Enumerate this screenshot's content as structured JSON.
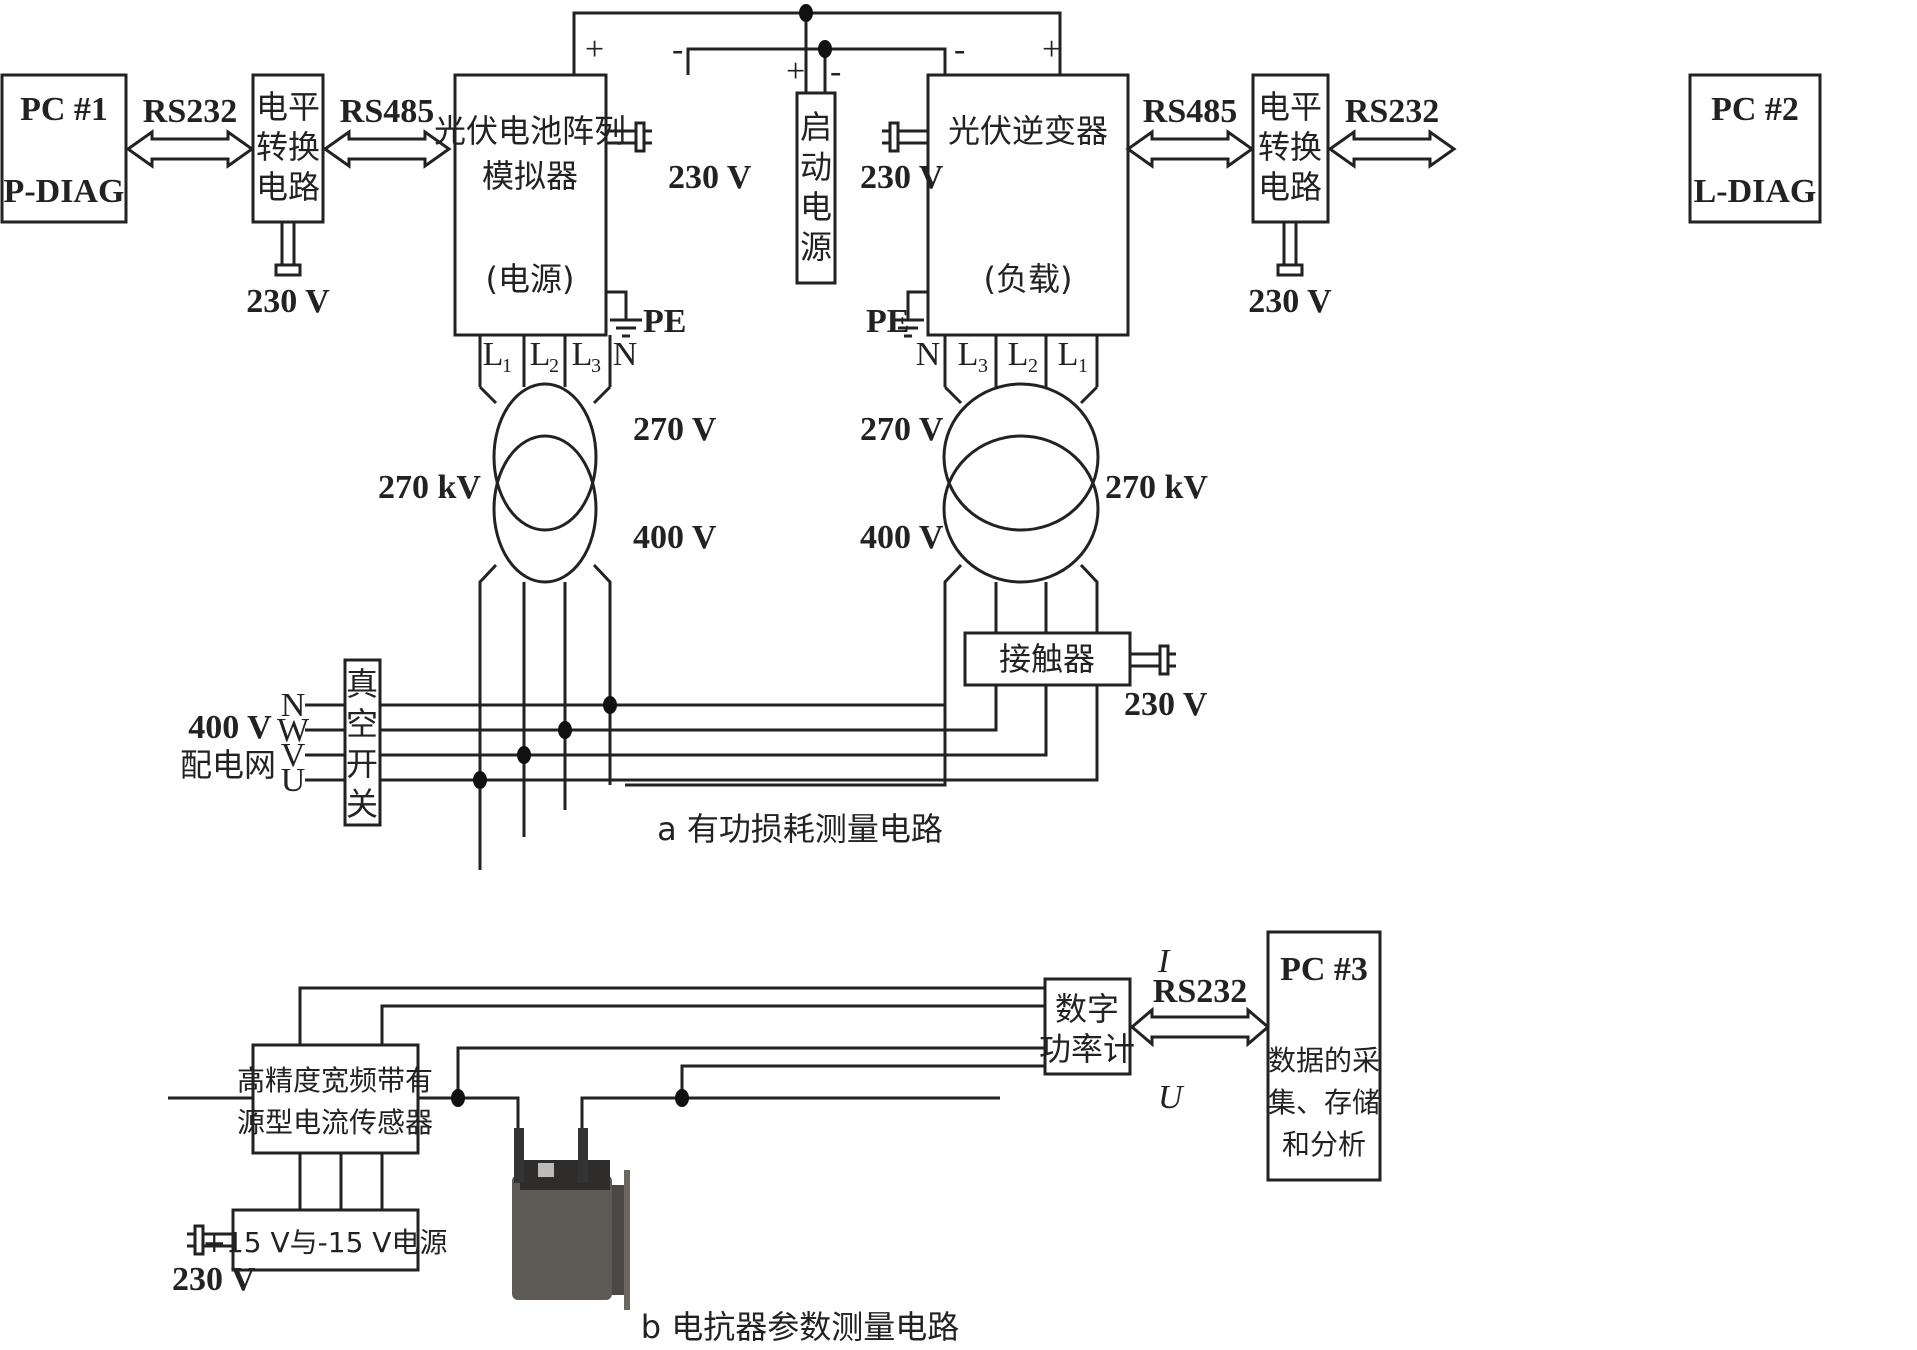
{
  "diagram_a": {
    "caption": "a 有功损耗测量电路",
    "pc1": {
      "line1": "PC #1",
      "line2": "P-DIAG"
    },
    "pc2": {
      "line1": "PC #2",
      "line2": "L-DIAG"
    },
    "level_converter": {
      "lines": [
        "电平",
        "转换",
        "电路"
      ]
    },
    "rs232": "RS232",
    "rs485": "RS485",
    "pv_simulator": {
      "line1": "光伏电池阵列",
      "line2": "模拟器",
      "role": "(电源)"
    },
    "pv_inverter": {
      "line1": "光伏逆变器",
      "role": "(负载)"
    },
    "startup_supply": {
      "lines": [
        "启",
        "动",
        "电",
        "源"
      ]
    },
    "plus": "+",
    "minus": "-",
    "supply_230": "230 V",
    "pe": "PE",
    "phases_left": [
      "L",
      "L",
      "L",
      "N"
    ],
    "phase_subs_left": [
      "1",
      "2",
      "3",
      ""
    ],
    "phases_right": [
      "N",
      "L",
      "L",
      "L"
    ],
    "phase_subs_right": [
      "",
      "3",
      "2",
      "1"
    ],
    "transformer": {
      "v_upper": "270 V",
      "v_lower": "400 V",
      "rating": "270 kV"
    },
    "contactor": "接触器",
    "vacuum_switch": {
      "lines": [
        "真",
        "空",
        "开",
        "关"
      ]
    },
    "grid": {
      "voltage": "400 V",
      "label": "配电网",
      "lines": [
        "N",
        "W",
        "V",
        "U"
      ]
    }
  },
  "diagram_b": {
    "caption": "b 电抗器参数测量电路",
    "current_sensor": {
      "line1": "高精度宽频带有",
      "line2": "源型电流传感器"
    },
    "psu": "+15 V与-15 V电源",
    "supply_230": "230 V",
    "power_meter": {
      "line1": "数字",
      "line2": "功率计"
    },
    "label_i": "I",
    "label_u": "U",
    "rs232": "RS232",
    "pc3": {
      "line1": "PC #3",
      "lines": [
        "数据的采",
        "集、存储",
        "和分析"
      ]
    },
    "reactor_photo": "reactor"
  }
}
